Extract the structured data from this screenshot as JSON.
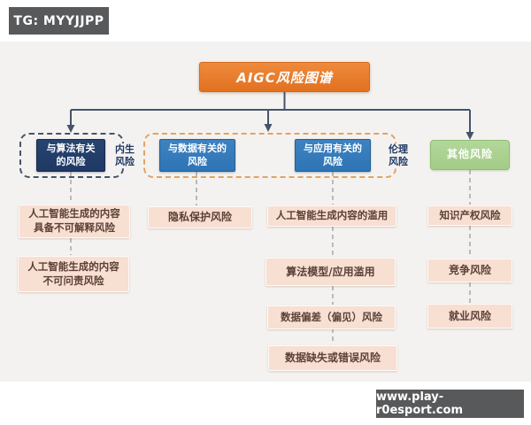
{
  "badge": {
    "text": "TG: MYYJJPP"
  },
  "watermark": {
    "text": "www.play-r0esport.com"
  },
  "diagram": {
    "title": "AIGC风险图谱",
    "branch_algorithm": {
      "group_label": {
        "line1": "内生",
        "line2": "风险"
      },
      "node": {
        "line1": "与算法有关",
        "line2": "的风险"
      },
      "leaf1": {
        "line1": "人工智能生成的内容",
        "line2": "具备不可解释风险"
      },
      "leaf2": {
        "line1": "人工智能生成的内容",
        "line2": "不可问责风险"
      }
    },
    "branch_data": {
      "node": {
        "line1": "与数据有关的",
        "line2": "风险"
      },
      "leaf1": {
        "label": "隐私保护风险"
      }
    },
    "branch_application": {
      "group_label": {
        "line1": "伦理",
        "line2": "风险"
      },
      "node": {
        "line1": "与应用有关的",
        "line2": "风险"
      },
      "leaf1": {
        "label": "人工智能生成内容的滥用"
      },
      "leaf2": {
        "label": "算法模型/应用滥用"
      },
      "leaf3": {
        "label": "数据偏差（偏见）风险"
      },
      "leaf4": {
        "label": "数据缺失或错误风险"
      }
    },
    "branch_other": {
      "node": {
        "label": "其他风险"
      },
      "leaf1": {
        "label": "知识产权风险"
      },
      "leaf2": {
        "label": "竞争风险"
      },
      "leaf3": {
        "label": "就业风险"
      }
    }
  },
  "colors": {
    "title_bg": "#E87E2E",
    "navy_box": "#1F3864",
    "blue_box": "#2E75B6",
    "green_box": "#A9CF8E",
    "leaf_bg": "#F7DFD2",
    "leaf_text": "#5D4037",
    "connector": "#44546A",
    "dashed_connector": "#A8A8A8",
    "group_blue_border": "#44546A",
    "group_orange_border": "#E2A363",
    "badge_bg": "#58595B",
    "canvas_bg": "#F4F2F0"
  }
}
